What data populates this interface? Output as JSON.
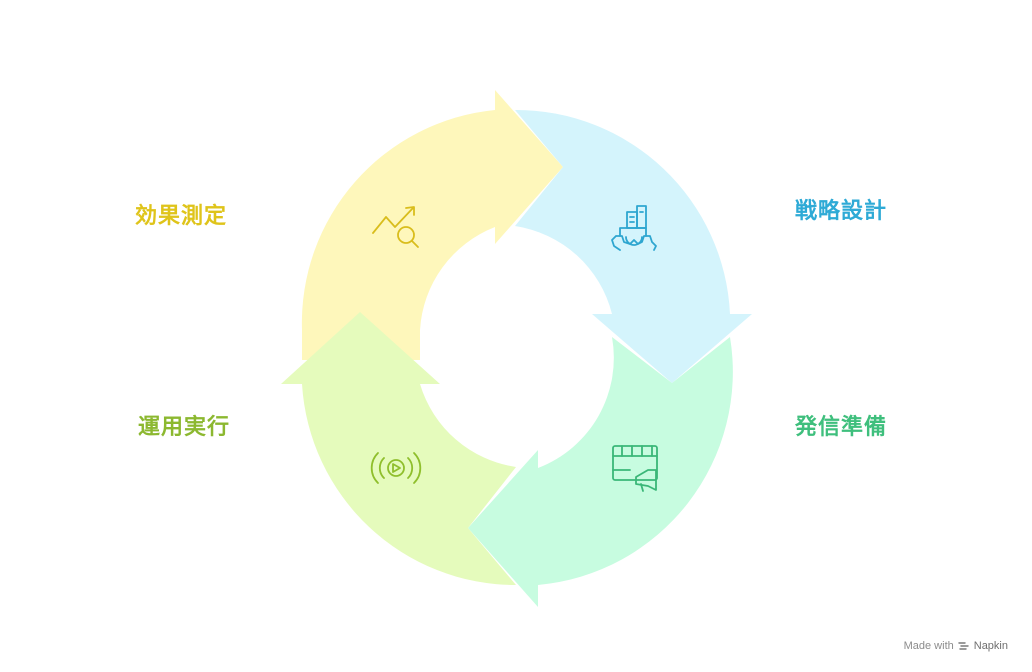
{
  "stages": [
    {
      "label": "戦略設計",
      "icon": "strategy-gear-icon",
      "fill": "#d4f4fc",
      "text_color": "#2eaad6",
      "icon_color": "#2ea6d0"
    },
    {
      "label": "発信準備",
      "icon": "video-megaphone-icon",
      "fill": "#c7fce0",
      "text_color": "#3fbf7d",
      "icon_color": "#3ab778"
    },
    {
      "label": "運用実行",
      "icon": "broadcast-play-icon",
      "fill": "#e5fbbc",
      "text_color": "#8cb830",
      "icon_color": "#8fbf2c"
    },
    {
      "label": "効果測定",
      "icon": "trend-magnifier-icon",
      "fill": "#fef7bb",
      "text_color": "#dfc41a",
      "icon_color": "#d9bd1c"
    }
  ],
  "watermark": {
    "prefix": "Made with",
    "brand": "Napkin",
    "icon": "napkin-logo-icon"
  }
}
